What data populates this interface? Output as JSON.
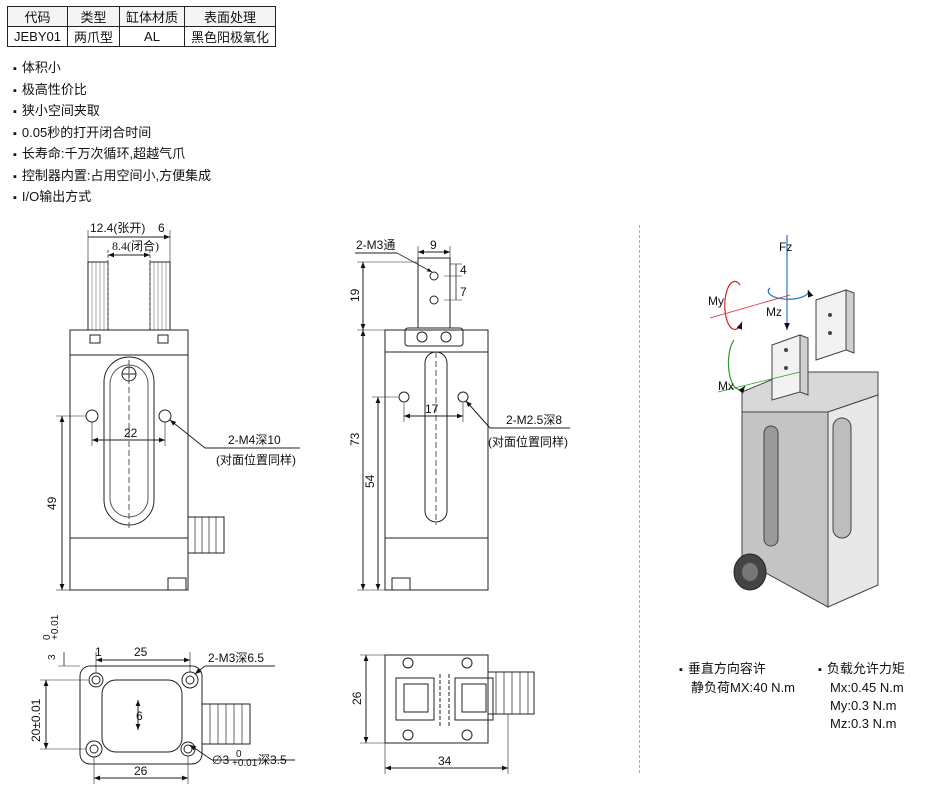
{
  "table": {
    "headers": [
      "代码",
      "类型",
      "缸体材质",
      "表面处理"
    ],
    "row": [
      "JEBY01",
      "两爪型",
      "AL",
      "黑色阳极氧化"
    ]
  },
  "features": [
    "体积小",
    "极高性价比",
    "狭小空间夹取",
    "0.05秒的打开闭合时间",
    "长寿命:千万次循环,超越气爪",
    "控制器内置:占用空间小,方便集成",
    "I/O输出方式"
  ],
  "front_view": {
    "dim_open": "12.4(张开)",
    "dim_jaw": "6",
    "dim_closed": "8.4(闭合)",
    "dim_22": "22",
    "dim_49": "49",
    "callout_m4": "2-M4深10",
    "callout_m4_note": "(对面位置同样)"
  },
  "side_view": {
    "callout_m3": "2-M3通",
    "dim_9": "9",
    "dim_4": "4",
    "dim_7": "7",
    "dim_19": "19",
    "dim_17": "17",
    "dim_73": "73",
    "dim_54": "54",
    "callout_m25": "2-M2.5深8",
    "callout_m25_note": "(对面位置同样)"
  },
  "bottom_view": {
    "dim_tol_label": "3",
    "dim_tol_upper": "0",
    "dim_tol_lower": "+0.01",
    "dim_1": "1",
    "dim_25": "25",
    "callout_m3_deep": "2-M3深6.5",
    "dim_20": "20±0.01",
    "dim_6": "6",
    "dim_26": "26",
    "dia_prefix": "∅3",
    "dia_upper": "0",
    "dia_lower": "+0.01",
    "dia_suffix": "深3.5"
  },
  "top_view": {
    "dim_26": "26",
    "dim_34": "34"
  },
  "iso_view": {
    "fz": "Fz",
    "my": "My",
    "mz": "Mz",
    "mx": "Mx"
  },
  "specs": {
    "vertical_head": "垂直方向容许",
    "vertical_value": "静负荷MX:40 N.m",
    "moment_head": "负载允许力矩",
    "moment_values": [
      "Mx:0.45 N.m",
      "My:0.3 N.m",
      "Mz:0.3 N.m"
    ]
  }
}
